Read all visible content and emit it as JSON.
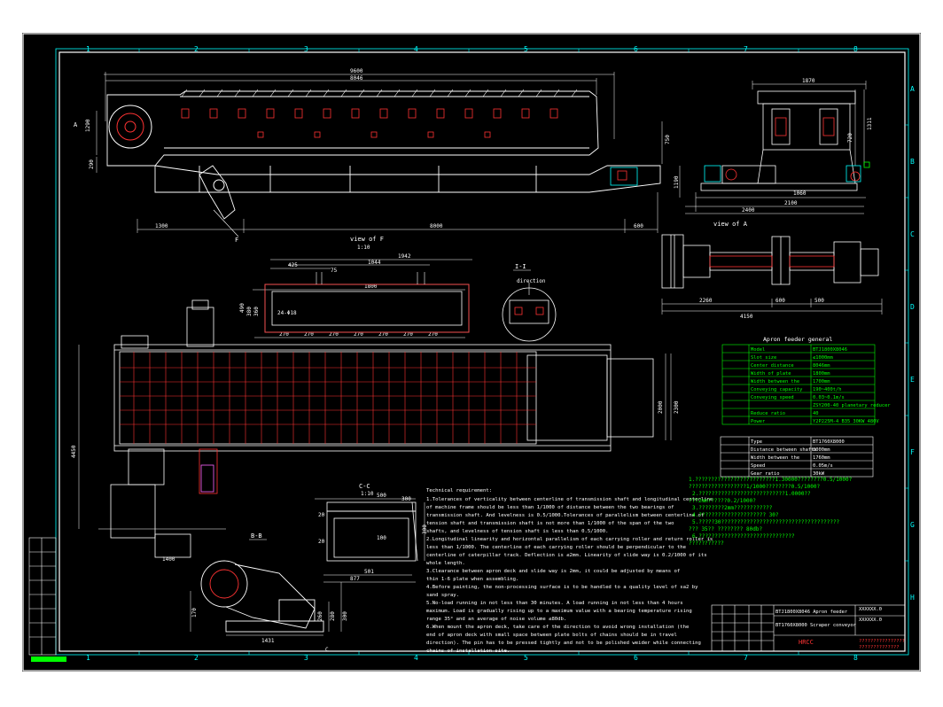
{
  "border": {
    "columns": [
      "1",
      "2",
      "3",
      "4",
      "5",
      "6",
      "7",
      "8"
    ],
    "rows": [
      "A",
      "B",
      "C",
      "D",
      "E",
      "F",
      "G",
      "H"
    ]
  },
  "views": {
    "view_f_title": "view of F",
    "view_f_scale": "1:10",
    "view_a_title": "view of A",
    "section_cc_title": "C-C",
    "section_cc_scale": "1:10",
    "section_bb_title": "B-B",
    "section_11_title": "I-I",
    "section_11_direction": "direction"
  },
  "callouts": {
    "A": "A",
    "F": "F",
    "B": "B",
    "C": "C"
  },
  "dims_main": {
    "overall": "9600",
    "deck": "8046",
    "left": "1300",
    "mid": "8000",
    "right": "600",
    "height1": "1290",
    "height2": "750",
    "height3": "290"
  },
  "dims_side": {
    "top": "1870",
    "h1": "720",
    "h2": "1311",
    "w1": "1060",
    "w2": "2100",
    "w3": "2400",
    "h3": "1190"
  },
  "dims_f": {
    "w1": "1942",
    "w2": "425",
    "w3": "1044",
    "w4": "75",
    "inner": "1800",
    "holes": "24-Φ18",
    "pitch": "270",
    "h1": "490",
    "h2": "380",
    "h3": "360"
  },
  "dims_a": {
    "w1": "2260",
    "w2": "600",
    "w3": "500",
    "total": "4150"
  },
  "dims_plan": {
    "depth": "4450",
    "wide1": "2000",
    "wide2": "2300",
    "shaft": "1400"
  },
  "dims_cc": {
    "a": "500",
    "b": "300",
    "c": "20",
    "d": "20",
    "e": "100",
    "f": "501",
    "g": "877"
  },
  "dims_bb": {
    "a": "170",
    "b": "1431",
    "c": "280",
    "d": "300",
    "e": "260"
  },
  "spec_title": "Apron feeder general",
  "spec_rows": [
    {
      "label": "Model",
      "value": "BTJ1800X8046"
    },
    {
      "label": "Slot size",
      "value": "≤1000mm"
    },
    {
      "label": "Center distance",
      "value": "8046mm"
    },
    {
      "label": "Width of plate",
      "value": "1800mm"
    },
    {
      "label": "Width between the",
      "value": "1700mm"
    },
    {
      "label": "Conveying capacity",
      "value": "190~400t/h"
    },
    {
      "label": "Conveying speed",
      "value": "0.03~0.1m/s"
    },
    {
      "label": "",
      "value": "ZSY200-40 planetary reducer"
    },
    {
      "label": "Reduce ratio",
      "value": "40"
    },
    {
      "label": "Power",
      "value": "Y2P225M-4 B35 30KW 480V"
    }
  ],
  "spec2_rows": [
    {
      "label": "Type",
      "value": "BT1760X8000"
    },
    {
      "label": "Distance between shafts",
      "value": "8000mm"
    },
    {
      "label": "Width between the",
      "value": "1760mm"
    },
    {
      "label": "Speed",
      "value": "0.05m/s"
    },
    {
      "label": "Gear ratio",
      "value": "30kW"
    }
  ],
  "garbled_notes": [
    "1.?????????????????????????1.30000????????0.5/1000?",
    "??????????????????1/1000????????0.5/1000?",
    "2.???????????????????????????1.0000??",
    "???2mm??????0.2/1000?",
    "3.????????2mm????????????",
    "4.????????????????????? 30?",
    "5.?????30?????????????????????????????????????",
    "??? 35?? ???????? 80db?",
    "6.??????????????????????????????",
    "???????????"
  ],
  "tech_title": "Technical requirement:",
  "tech_lines": [
    "1.Tolerances of verticality between centerline of transmission shaft and longitudinal centerline",
    "of machine frame should be less than 1/1000 of distance between the two bearings of",
    "transmission shaft. And levelness is 0.5/1000.Tolerances of parallelism between centerline of",
    "tension shaft and transmission shaft is not more than 1/1000 of the span of the two",
    "shafts, and levelness of tension shaft is less than 0.5/1000.",
    "2.Longitudinal linearity and horizontal parallelism of each carrying roller and return roller is",
    "less than 1/1000. The centerline of each carrying roller should be perpendicular to the",
    "centerline of caterpillar track. Deflection is  ≤2mm. Linearity of slide way is 0.2/1000 of its",
    "whole length.",
    "3.Clearance between apron deck and slide way is 2mm, it could be adjusted by means of",
    "thin 1-6 plate when assembling.",
    "4.Before painting, the non-processing surface is to be handled to a quality level of sa2 by",
    "sand spray.",
    "5.No-load running in not less than 30 minutes. A load running in not less than 4 hours",
    "maximum. Load is gradually rising up to a maximum value with a bearing temperature rising",
    "range 35° and  an average of noise volume ≤80db.",
    "6.When mount the apron deck, take care of the direction to avoid wrong installation (the",
    "end of apron deck with small space between plate bolts of chains should be in travel",
    "direction). The pin has to be pressed tightly and not to be polished weider while connecting",
    "chains of installation site."
  ],
  "title_block": {
    "name1": "BTJ1800X8046 Apron feeder",
    "name2": "BT1760X8000 Scraper conveyor",
    "code1": "XXXXXX.0",
    "code2": "XXXXXX.0",
    "company": "HRCC",
    "cn_text": "????????????????",
    "cn_text2": "??????????????"
  }
}
